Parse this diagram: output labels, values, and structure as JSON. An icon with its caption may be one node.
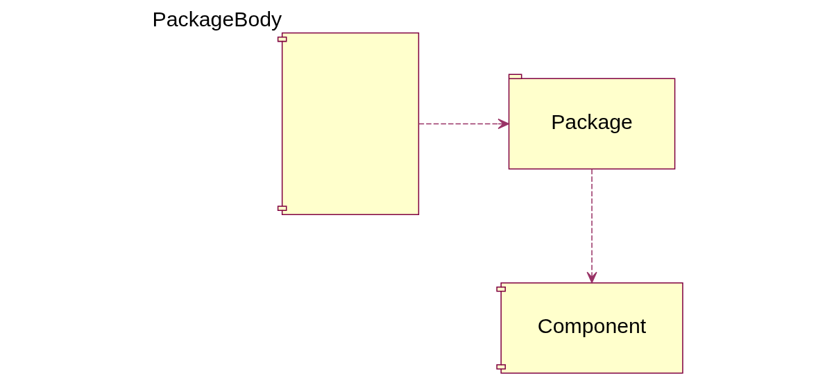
{
  "diagram": {
    "nodes": [
      {
        "text": [
          "Package"
        ]
      },
      {
        "text": [
          "Component"
        ]
      },
      {
        "text": [
          "PackageBody"
        ]
      }
    ],
    "edges": [
      {
        "from": 0,
        "to": 1,
        "arrow": "to",
        "style": "dashed"
      },
      {
        "from": 2,
        "to": 0,
        "arrow": "to",
        "style": "dashed"
      }
    ]
  }
}
